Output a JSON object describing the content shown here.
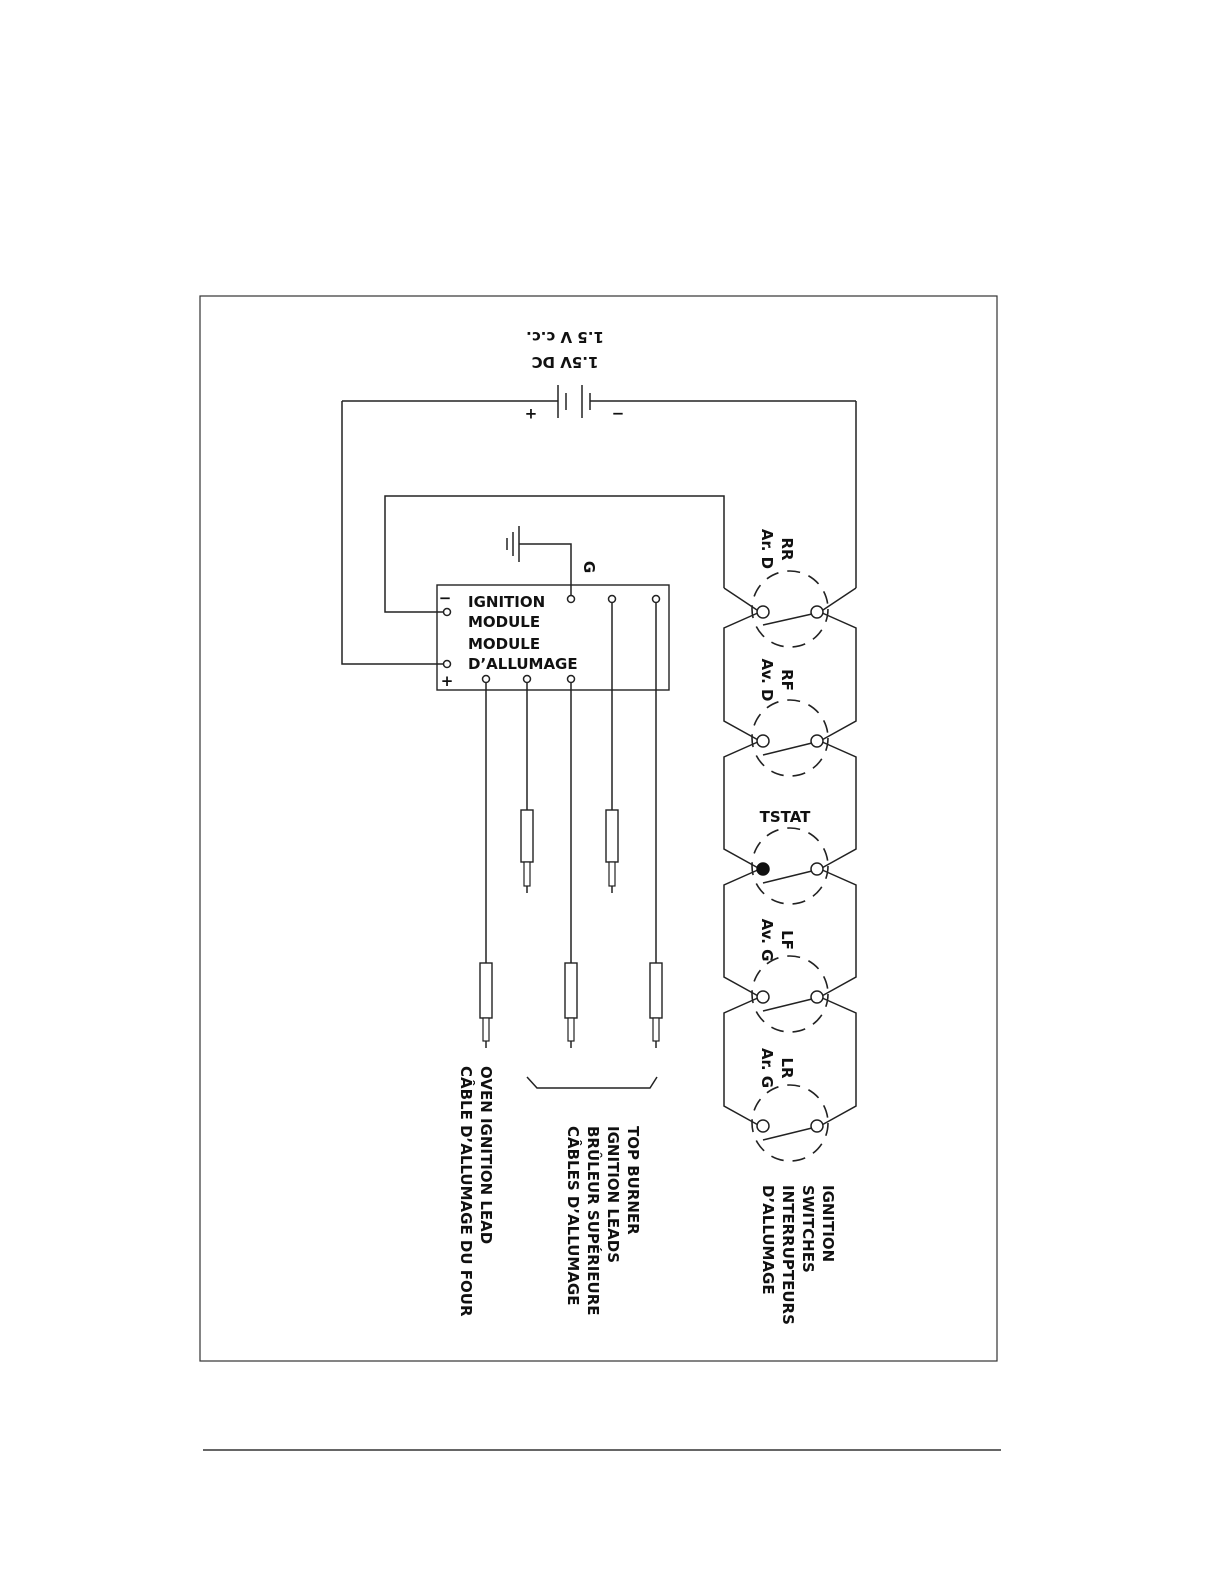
{
  "diagram": {
    "battery": {
      "label_en": "1.5V DC",
      "label_fr": "1.5 V c.c.",
      "plus": "+",
      "minus": "−"
    },
    "ground": {
      "label": "G"
    },
    "module": {
      "title_en_1": "IGNITION",
      "title_en_2": "MODULE",
      "title_fr_1": "MODULE",
      "title_fr_2": "D’ALLUMAGE",
      "minus": "−",
      "plus": "+"
    },
    "switches": [
      {
        "id": "rr",
        "en": "RR",
        "fr": "Ar. D"
      },
      {
        "id": "rf",
        "en": "RF",
        "fr": "Av. D"
      },
      {
        "id": "tstat",
        "en": "TSTAT",
        "fr": ""
      },
      {
        "id": "lf",
        "en": "LF",
        "fr": "Av. G"
      },
      {
        "id": "lr",
        "en": "LR",
        "fr": "Ar. G"
      }
    ],
    "captions": {
      "switches": [
        "IGNITION",
        "SWITCHES",
        "INTERRUPTEURS",
        "D’ALLUMAGE"
      ],
      "top_burner": [
        "TOP BURNER",
        "IGNITION LEADS",
        "BRÛLEUR SUPÉRIEURE",
        "CÂBLES D’ALLUMAGE"
      ],
      "oven": [
        "OVEN IGNITION LEAD",
        "CÂBLE D’ALLUMAGE DU FOUR"
      ]
    },
    "colors": {
      "line": "#222222",
      "background": "#ffffff"
    }
  }
}
